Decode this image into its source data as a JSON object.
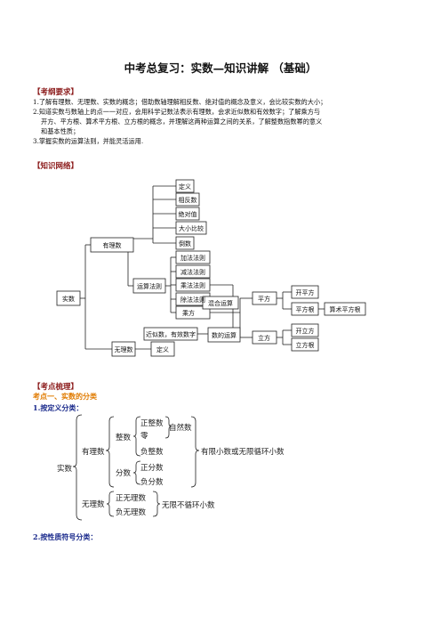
{
  "doc": {
    "title": "中考总复习：实数—知识讲解 （基础）",
    "sections": {
      "requirements_heading": "【考纲要求】",
      "requirements": [
        "1.了解有理数、无理数、实数的概念；借助数轴理解相反数、绝对值的概念及意义，会比较实数的大小；",
        "2.知道实数与数轴上的点一一对应，会用科学记数法表示有理数，会求近似数和有效数字；了解乘方与",
        "开方、平方根、算术平方根、立方根的概念，并理解这两种运算之间的关系，了解整数指数幂的意义",
        "和基本性质；",
        "3.掌握实数的运算法则，并能灵活运用."
      ],
      "network_heading": "【知识网络】",
      "review_heading": "【考点梳理】",
      "point1": "考点一、实数的分类",
      "by_definition": "1.按定义分类：",
      "by_sign": "2.按性质符号分类："
    },
    "network": {
      "root": "实数",
      "rational": "有理数",
      "irrational": "无理数",
      "definition": "定义",
      "rational_children": [
        "定义",
        "相反数",
        "绝对值",
        "大小比较",
        "倒数"
      ],
      "operation_rules": "运算法则",
      "rules": [
        "加法法则",
        "减法法则",
        "乘法法则",
        "除法法则",
        "乘方"
      ],
      "mixed": "混合运算",
      "approx": "近似数，有效数字",
      "operation": "数的运算",
      "square": "平方",
      "cube": "立方",
      "sqrt": "开平方",
      "sq_root": "平方根",
      "arith_root": "算术平方根",
      "cbrt": "开立方",
      "cube_root": "立方根"
    },
    "classification": {
      "real": "实数",
      "rational": "有理数",
      "integer": "整数",
      "pos_int": "正整数",
      "zero": "零",
      "neg_int": "负整数",
      "natural": "自然数",
      "fraction": "分数",
      "pos_frac": "正分数",
      "neg_frac": "负分数",
      "finite_note": "有限小数或无限循环小数",
      "irrational": "无理数",
      "pos_irr": "正无理数",
      "neg_irr": "负无理数",
      "nonrepeat_note": "无限不循环小数"
    },
    "colors": {
      "section": "#8b1a1a",
      "point": "#e07b00",
      "blue": "#1a2a8c"
    }
  }
}
